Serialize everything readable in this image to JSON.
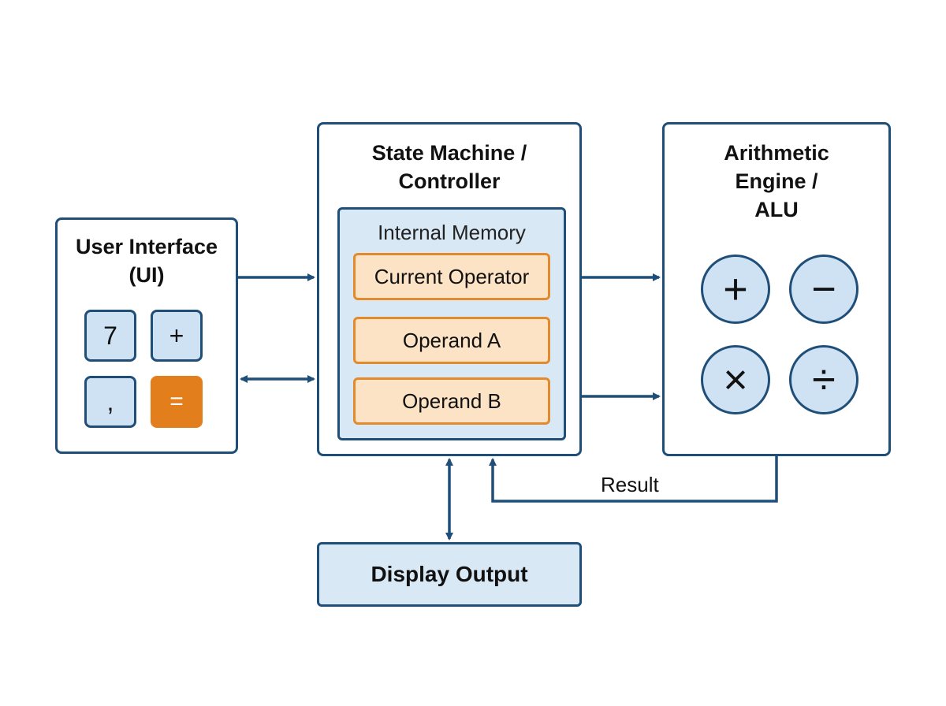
{
  "ui": {
    "title_line1": "User Interface",
    "title_line2": "(UI)",
    "keys": {
      "seven": "7",
      "plus": "+",
      "comma": ",",
      "equals": "="
    }
  },
  "controller": {
    "title_line1": "State Machine /",
    "title_line2": "Controller",
    "memory": {
      "label": "Internal Memory",
      "current_operator": "Current Operator",
      "operand_a": "Operand A",
      "operand_b": "Operand B"
    }
  },
  "alu": {
    "title_line1": "Arithmetic",
    "title_line2": "Engine /",
    "title_line3": "ALU",
    "ops": {
      "add": "+",
      "subtract": "−",
      "multiply": "×",
      "divide": "÷"
    }
  },
  "display": {
    "label": "Display Output"
  },
  "edges": {
    "result": "Result"
  },
  "colors": {
    "stroke": "#1f4e79",
    "light_blue": "#cfe2f3",
    "panel_blue": "#d9e8f5",
    "orange": "#e37e1c",
    "light_orange": "#fde3c5"
  }
}
